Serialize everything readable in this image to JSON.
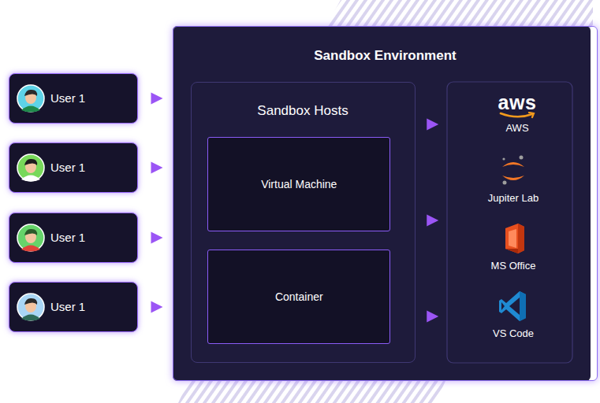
{
  "diagram": {
    "nodes": [
      {
        "text": [
          "User 1"
        ]
      },
      {
        "text": [
          "User 1"
        ]
      },
      {
        "text": [
          "User 1"
        ]
      },
      {
        "text": [
          "User 1"
        ]
      },
      {
        "text": [
          "Sandbox Environment"
        ]
      },
      {
        "text": [
          "Sandbox Hosts"
        ],
        "in": 4
      },
      {
        "text": [
          "Virtual Machine"
        ],
        "in": 5
      },
      {
        "text": [
          "Container"
        ],
        "in": 5
      },
      {
        "text": [
          "aws",
          "AWS"
        ],
        "in": 4
      },
      {
        "text": [
          "Jupiter Lab"
        ],
        "in": 4
      },
      {
        "text": [
          "MS Office"
        ],
        "in": 4
      },
      {
        "text": [
          "VS Code"
        ],
        "in": 4
      }
    ],
    "edges": [
      {
        "from": 0,
        "to": 4,
        "arrow": "to"
      },
      {
        "from": 1,
        "to": 4,
        "arrow": "to"
      },
      {
        "from": 2,
        "to": 4,
        "arrow": "to"
      },
      {
        "from": 3,
        "to": 4,
        "arrow": "to"
      },
      {
        "from": 5,
        "to": 8,
        "arrow": "to"
      },
      {
        "from": 5,
        "to": 10,
        "arrow": "to"
      },
      {
        "from": 5,
        "to": 11,
        "arrow": "to"
      }
    ]
  }
}
